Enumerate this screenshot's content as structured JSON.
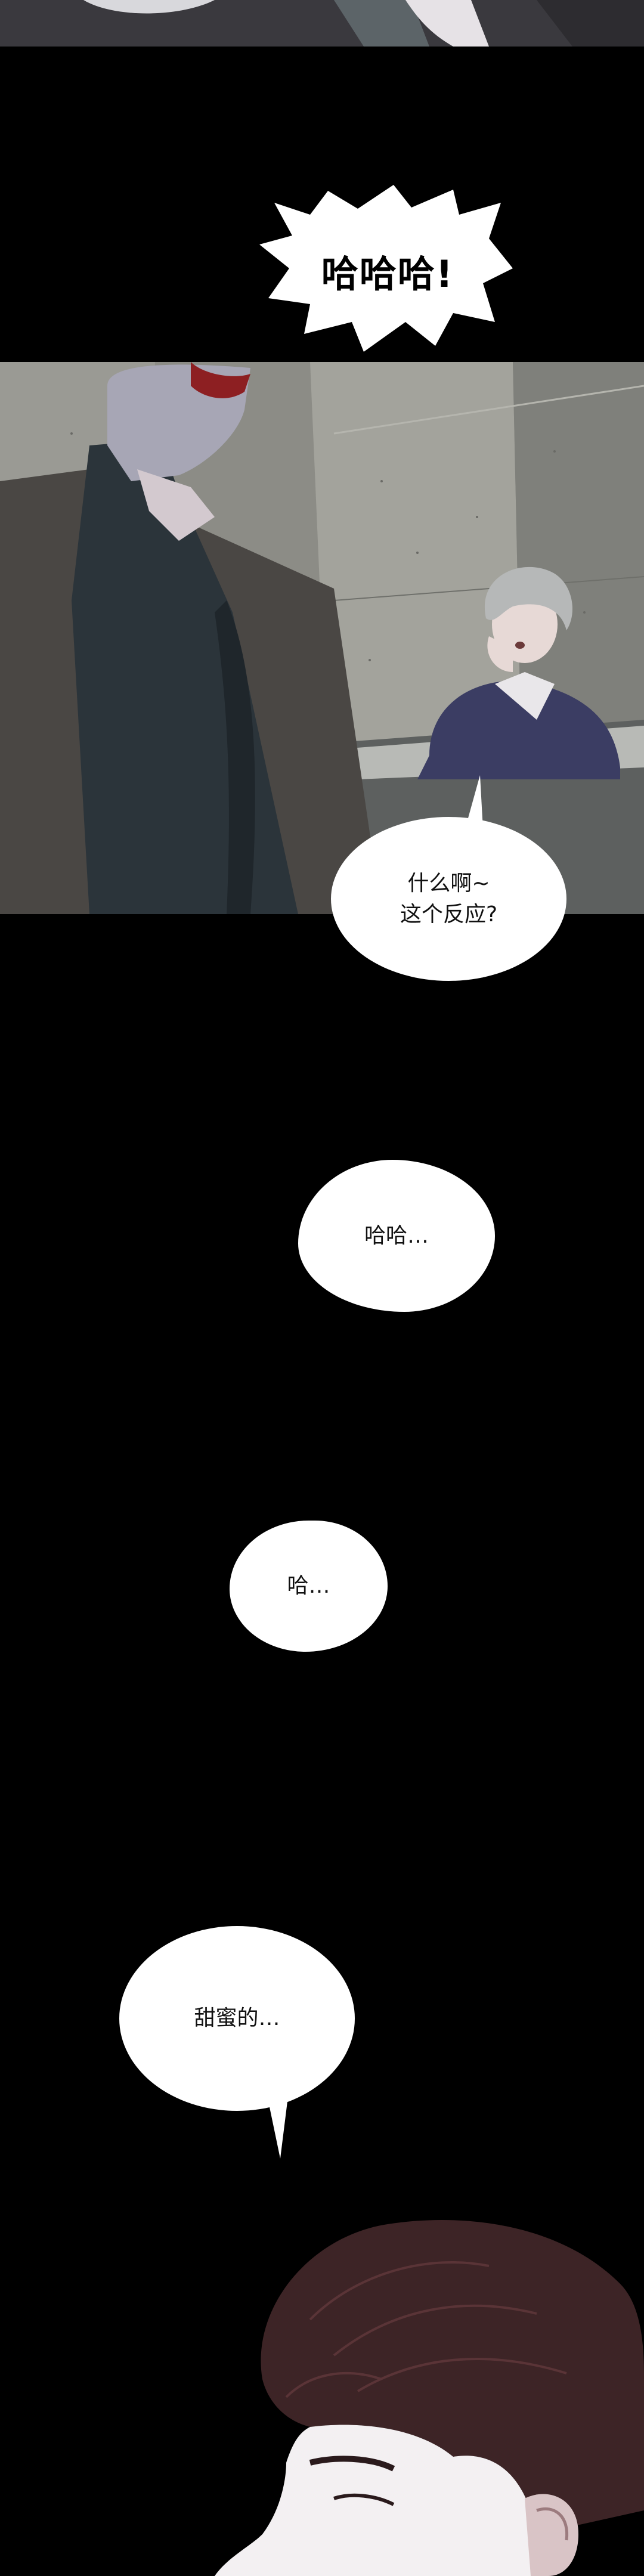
{
  "dialogue": {
    "laugh_loud": "哈哈哈!",
    "what_reaction": "什么啊~\n这个反应?",
    "haha": "哈哈…",
    "ha": "哈…",
    "sweet": "甜蜜的…"
  },
  "colors": {
    "background": "#000000",
    "bubble_fill": "#ffffff",
    "text": "#111111"
  }
}
